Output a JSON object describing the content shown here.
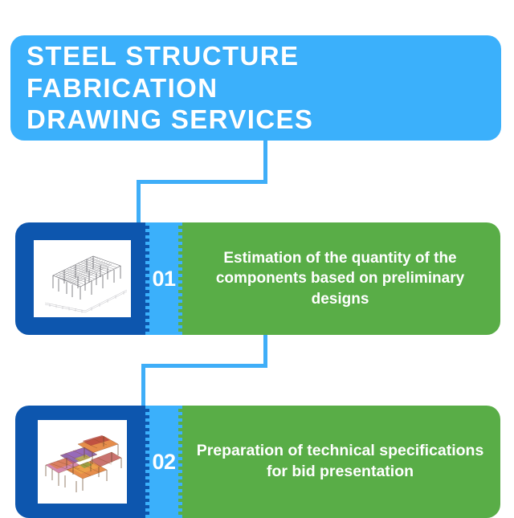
{
  "title": {
    "text": "STEEL STRUCTURE FABRICATION\nDRAWING SERVICES",
    "line_1": "STEEL STRUCTURE FABRICATION",
    "line_2": "DRAWING SERVICES"
  },
  "colors": {
    "title_banner_blue": "#3bb0fb",
    "connector_blue": "#3faef8",
    "thumb_panel_dark_blue": "#0d56ae",
    "number_strip_blue": "#3bb0fb",
    "text_panel_green": "#59ad47",
    "text_white": "#ffffff",
    "background": "#ffffff"
  },
  "steps": [
    {
      "number": "01",
      "text": "Estimation of the quantity of the components based on preliminary designs",
      "thumbnail_name": "steel-frame-wireframe-model-thumbnail",
      "thumbnail_description": "Grey 3D wireframe isometric drawing of a multi-bay steel warehouse frame on white background"
    },
    {
      "number": "02",
      "text": "Preparation of technical specifications for bid presentation",
      "thumbnail_name": "colored-structural-model-thumbnail",
      "thumbnail_description": "Colorful orange, purple and red 3D rendered structural steel floor framing model on white background"
    }
  ],
  "icons": {
    "thumbnail_1": "steel-frame-wireframe-icon",
    "thumbnail_2": "colored-structural-model-icon"
  }
}
